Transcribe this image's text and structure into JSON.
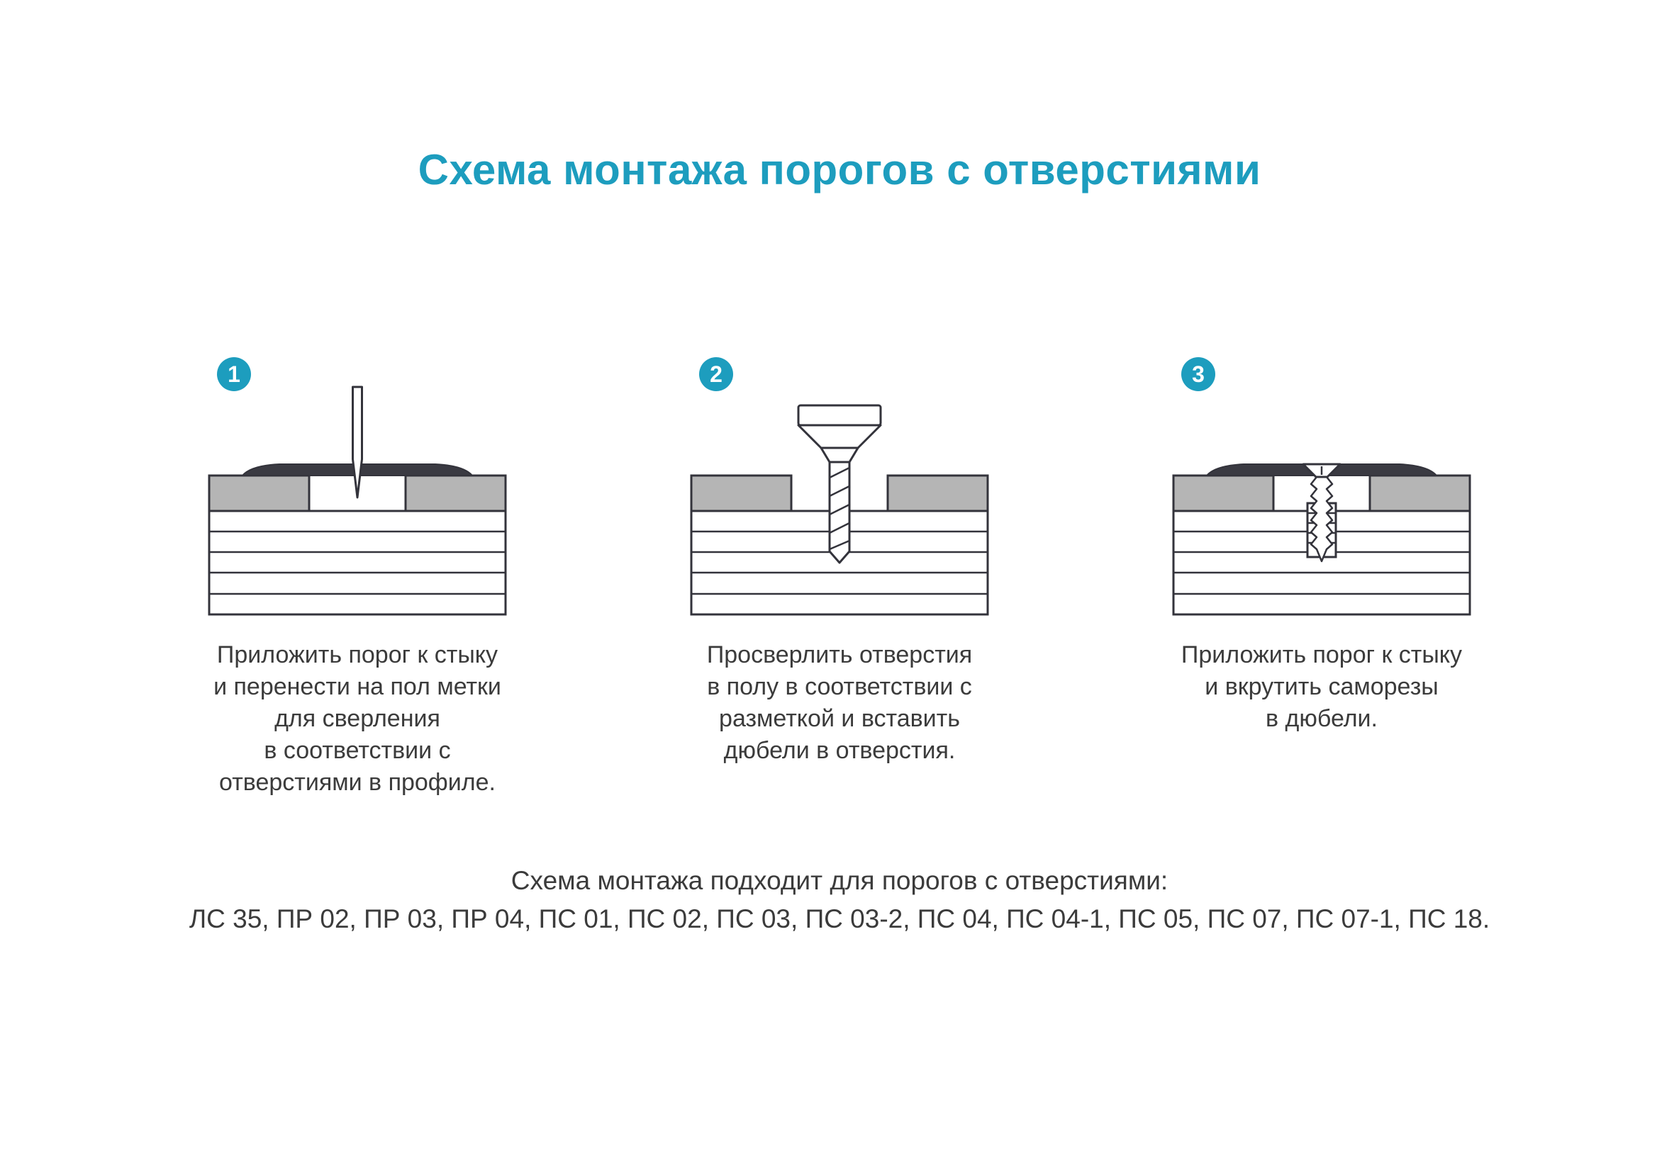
{
  "page": {
    "title": "Схема монтажа порогов с отверстиями",
    "accent_color": "#1d9dbe",
    "outline_color": "#33333b",
    "covering_fill": "#b5b5b5",
    "threshold_fill": "#3a3a42"
  },
  "steps": [
    {
      "number": "1",
      "caption": "Приложить порог к стыку\nи перенести на пол метки\nдля сверления\nв соответствии с\nотверстиями в профиле."
    },
    {
      "number": "2",
      "caption": "Просверлить отверстия\nв полу в соответствии с\nразметкой и вставить\nдюбели в отверстия."
    },
    {
      "number": "3",
      "caption": "Приложить порог к стыку\nи вкрутить саморезы\nв дюбели."
    }
  ],
  "footer": {
    "line1": "Схема монтажа подходит для порогов с отверстиями:",
    "line2": "ЛС 35, ПР 02, ПР 03, ПР 04, ПС 01, ПС 02, ПС 03, ПС 03-2, ПС 04, ПС 04-1, ПС 05, ПС 07, ПС 07-1, ПС 18."
  }
}
